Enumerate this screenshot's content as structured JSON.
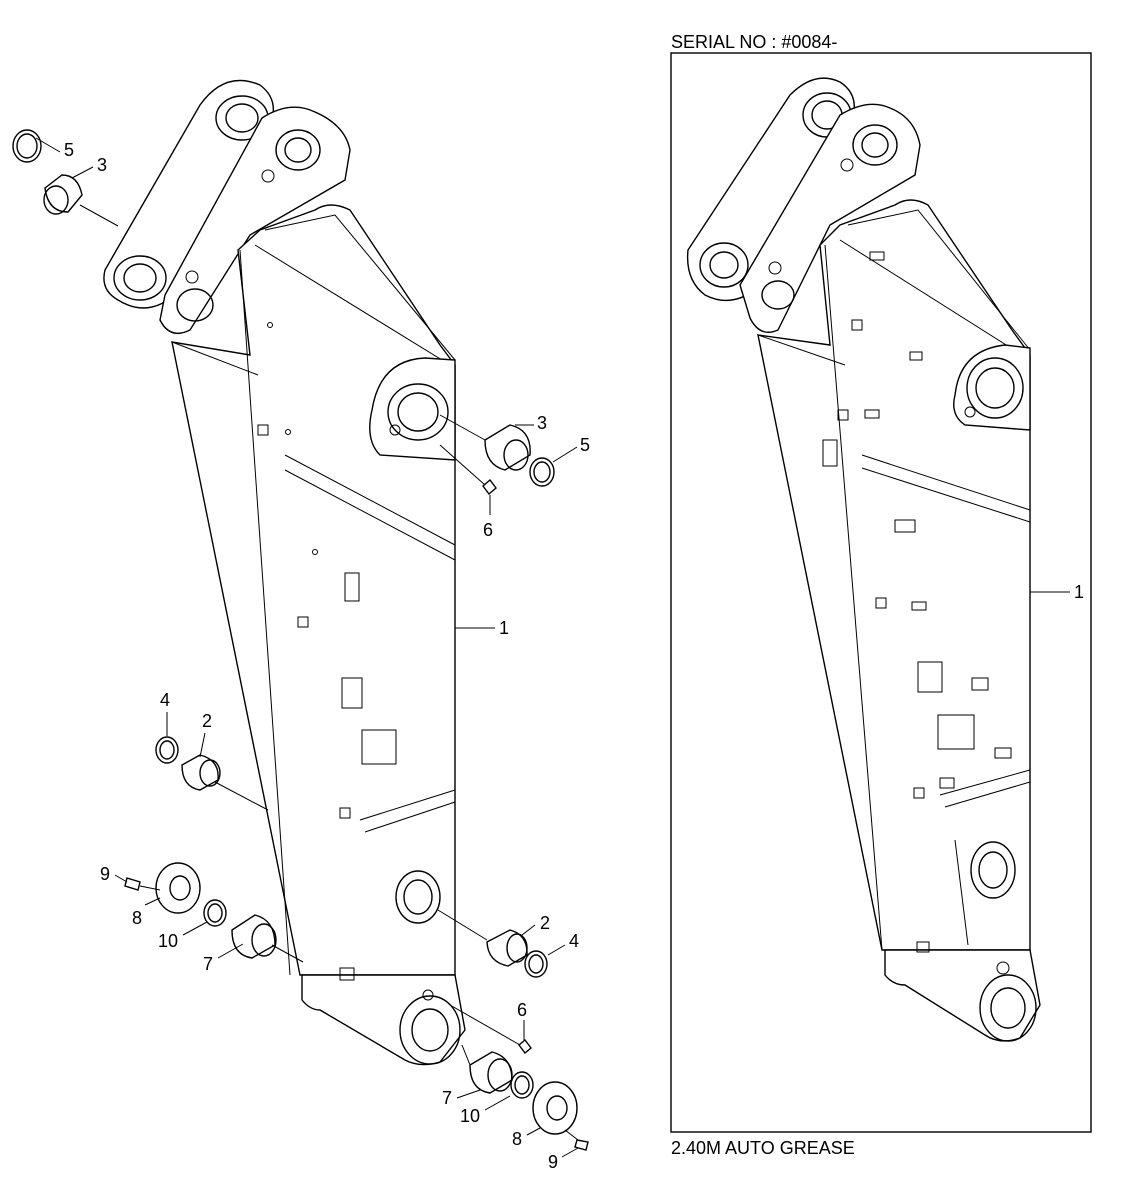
{
  "header": {
    "serial_label": "SERIAL NO : #0084-"
  },
  "footer": {
    "variant_label": "2.40M AUTO GREASE"
  },
  "callouts": {
    "left": {
      "arm": "1",
      "bush_2_upper": "2",
      "bush_2_lower": "2",
      "bush_3_top": "3",
      "bush_3_mid": "3",
      "shim_4_upper": "4",
      "shim_4_lower": "4",
      "shim_5_top": "5",
      "shim_5_mid": "5",
      "fitting_6_upper": "6",
      "fitting_6_lower": "6",
      "bush_7_left": "7",
      "bush_7_right": "7",
      "plate_8_left": "8",
      "plate_8_right": "8",
      "bolt_9_left": "9",
      "bolt_9_right": "9",
      "shim_10_left": "10",
      "shim_10_right": "10"
    },
    "right": {
      "arm": "1"
    }
  }
}
